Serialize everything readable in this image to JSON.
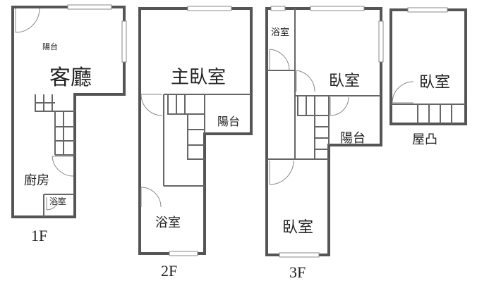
{
  "floor_1": {
    "label": "1F",
    "rooms": {
      "balcony": "陽台",
      "living": "客廳",
      "kitchen": "廚房",
      "bath": "浴室"
    }
  },
  "floor_2": {
    "label": "2F",
    "rooms": {
      "master": "主臥室",
      "balcony": "陽台",
      "bath": "浴室"
    }
  },
  "floor_3": {
    "label": "3F",
    "rooms": {
      "bath": "浴室",
      "bedroom_top": "臥室",
      "balcony": "陽台",
      "bedroom_bottom": "臥室"
    }
  },
  "roof": {
    "rooms": {
      "bedroom": "臥室",
      "roof_label": "屋凸"
    }
  }
}
